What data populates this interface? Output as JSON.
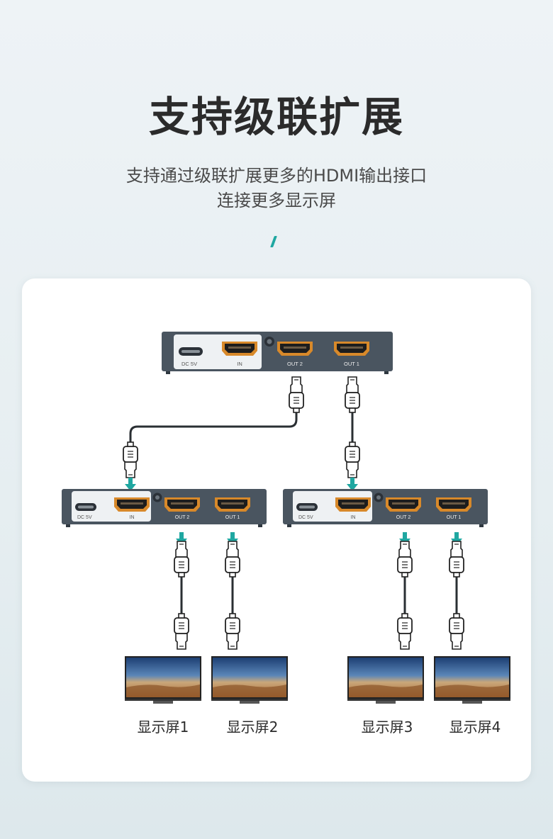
{
  "header": {
    "title": "支持级联扩展",
    "subtitle_line1": "支持通过级联扩展更多的HDMI输出接口",
    "subtitle_line2": "连接更多显示屏"
  },
  "splitter": {
    "dc_label": "DC 5V",
    "in_label": "IN",
    "out2_label": "OUT 2",
    "out1_label": "OUT 1"
  },
  "screens": {
    "s1": "显示屏1",
    "s2": "显示屏2",
    "s3": "显示屏3",
    "s4": "显示屏4"
  },
  "colors": {
    "accent": "#1fa7a1",
    "device_body": "#4a5560",
    "port_gold": "#d8892a"
  }
}
